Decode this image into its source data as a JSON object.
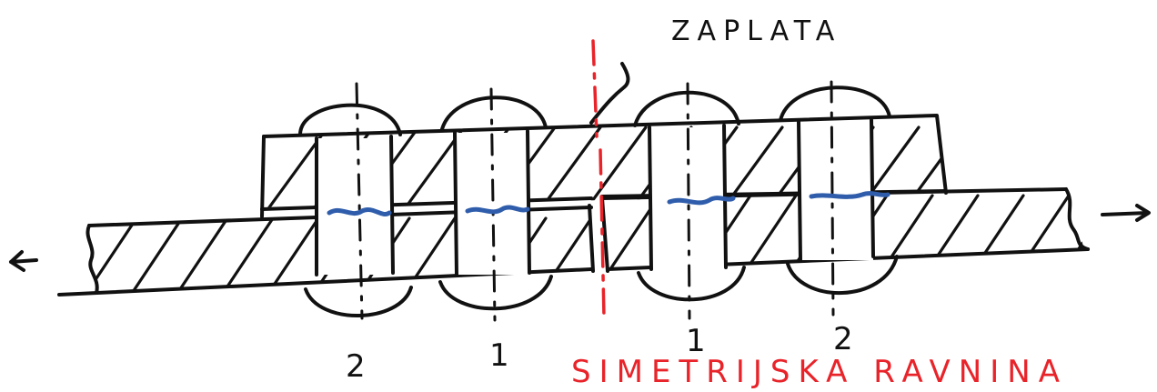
{
  "labels": {
    "plate": "ZAPLATA",
    "symmetry_plane": "SIMETRIJSKA RAVNINA",
    "rivet_numbers": [
      "2",
      "1",
      "1",
      "2"
    ]
  },
  "colors": {
    "ink": "#111111",
    "shear_plane": "#2f5dab",
    "symmetry_line": "#e8242a"
  }
}
